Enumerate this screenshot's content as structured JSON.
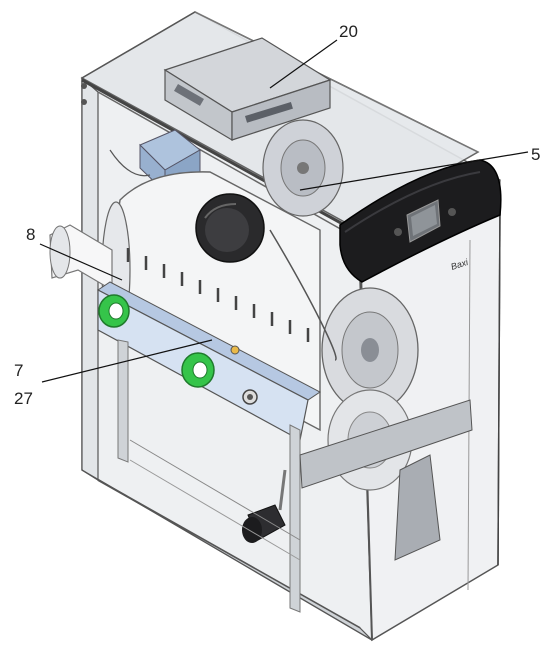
{
  "callouts": {
    "c20": "20",
    "c5": "5",
    "c8": "8",
    "c7": "7",
    "c27": "27"
  },
  "control_panel": {
    "brand": "Baxi"
  },
  "colors": {
    "casing_fill": "#eef0f2",
    "casing_stroke": "#555555",
    "front_panel": "#1c1c1e",
    "burner_body": "#f4f5f6",
    "manifold_blue": "#c9d8ec",
    "green_port": "#35c44a",
    "fan_grey": "#c9ccd1"
  }
}
